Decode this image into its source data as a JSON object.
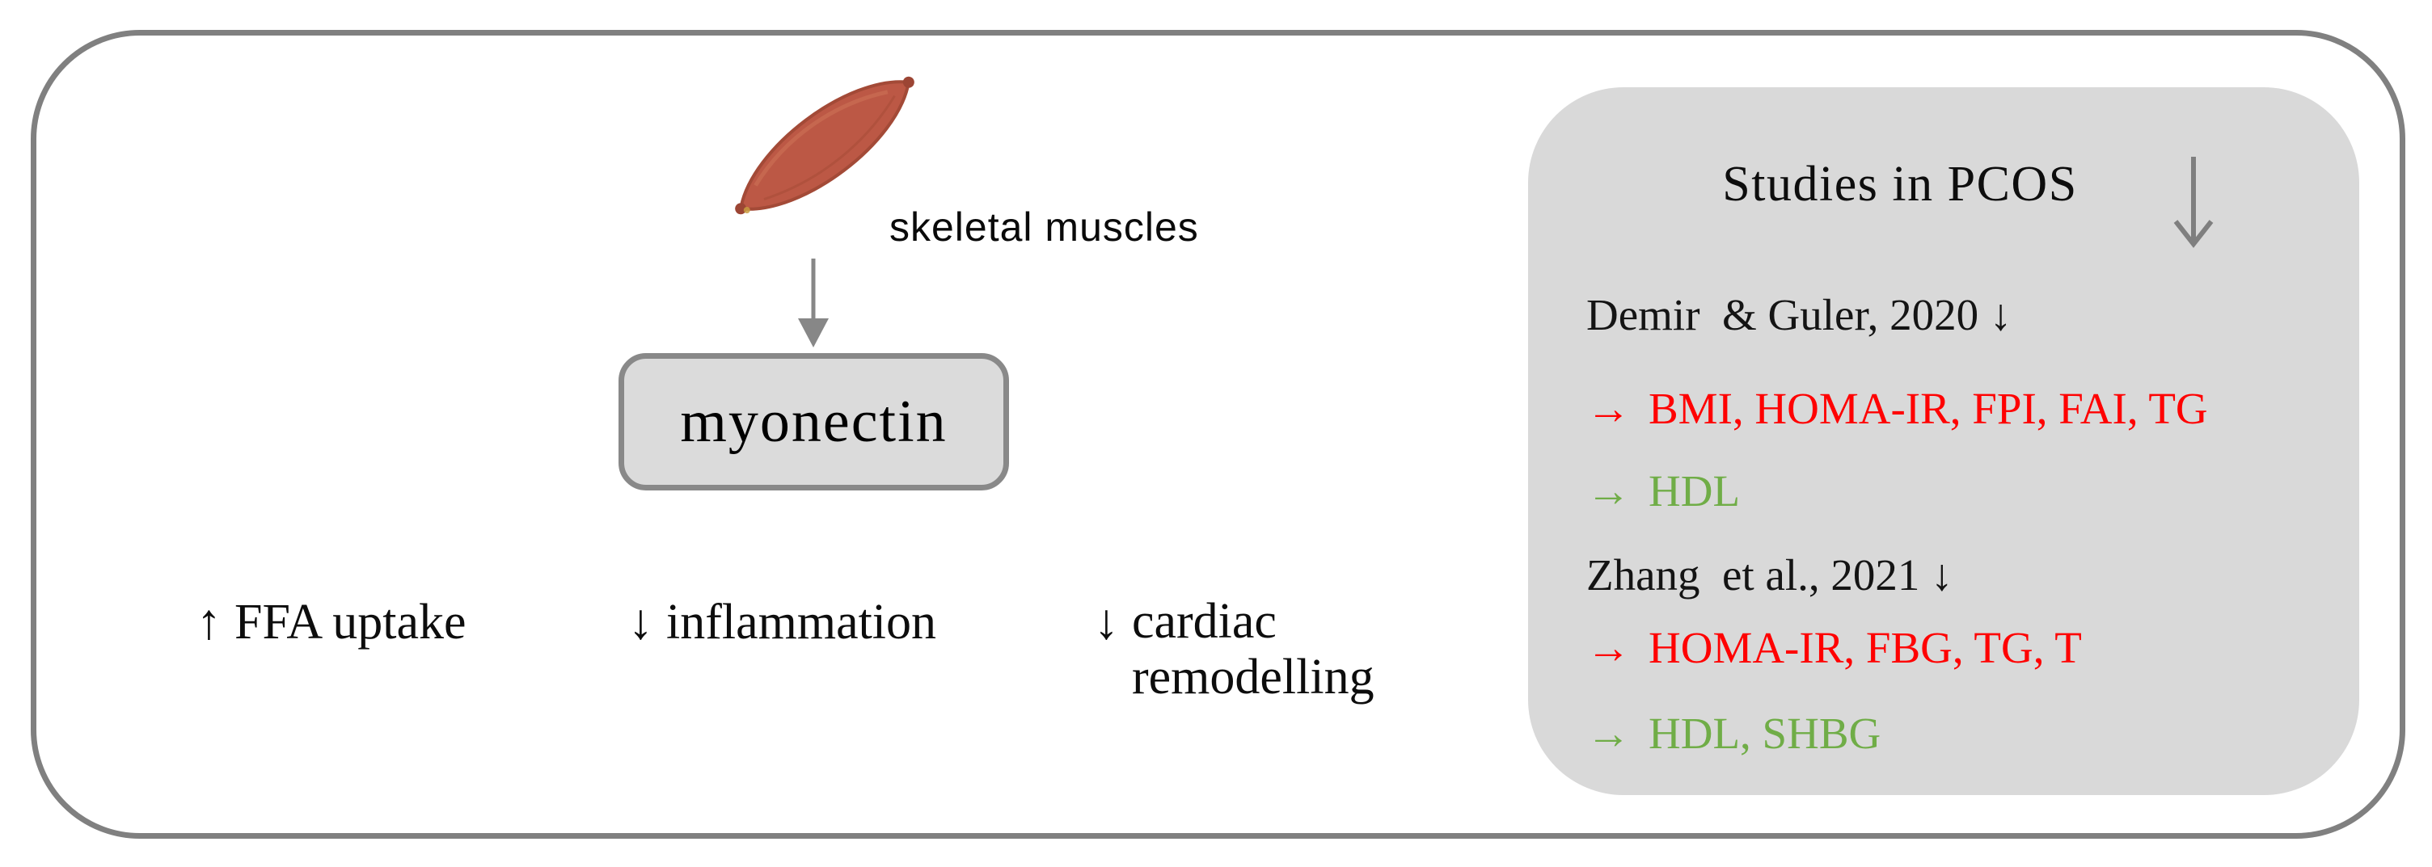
{
  "figure": {
    "source_label": "skeletal muscles",
    "node_label": "myonectin"
  },
  "effects": [
    {
      "arrow": "↑",
      "label": "FFA uptake"
    },
    {
      "arrow": "↓",
      "label": "inflammation"
    },
    {
      "arrow": "↓",
      "label": "cardiac remodelling"
    }
  ],
  "studies_panel": {
    "title": "Studies in PCOS",
    "title_arrow": "↓",
    "entries": [
      {
        "heading": "Demir  & Guler, 2020 ↓",
        "lines": [
          {
            "arrow": "→",
            "text": "BMI, HOMA-IR, FPI, FAI, TG",
            "direction": "increased",
            "color": "#ff0000"
          },
          {
            "arrow": "→",
            "text": "HDL",
            "direction": "decreased",
            "color": "#70ad47"
          }
        ]
      },
      {
        "heading": "Zhang  et al., 2021 ↓",
        "lines": [
          {
            "arrow": "→",
            "text": "HOMA-IR, FBG, TG, T",
            "direction": "increased",
            "color": "#ff0000"
          },
          {
            "arrow": "→",
            "text": "HDL, SHBG",
            "direction": "decreased",
            "color": "#70ad47"
          }
        ]
      }
    ]
  },
  "colors": {
    "frame_border": "#808080",
    "panel_background": "#d9d9d9",
    "node_background": "#dbdbdb",
    "node_border": "#898989",
    "increased_text": "#ff0000",
    "decreased_text": "#70ad47",
    "arrow_gray": "#878787",
    "muscle_fill": "#bc5845"
  }
}
